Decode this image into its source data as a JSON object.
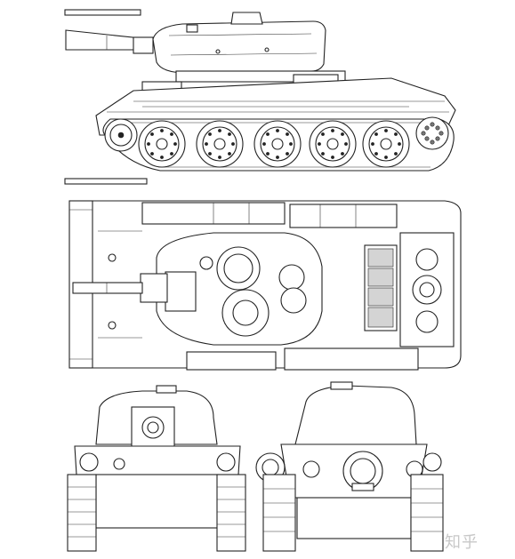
{
  "drawing": {
    "views": [
      "side-view",
      "top-view",
      "front-view",
      "rear-view"
    ],
    "front_plate_label": "",
    "rear_plate_label": ""
  },
  "watermark": {
    "text": "知乎"
  },
  "colors": {
    "line": "#222222",
    "fill": "#ffffff",
    "shade": "#777777"
  }
}
